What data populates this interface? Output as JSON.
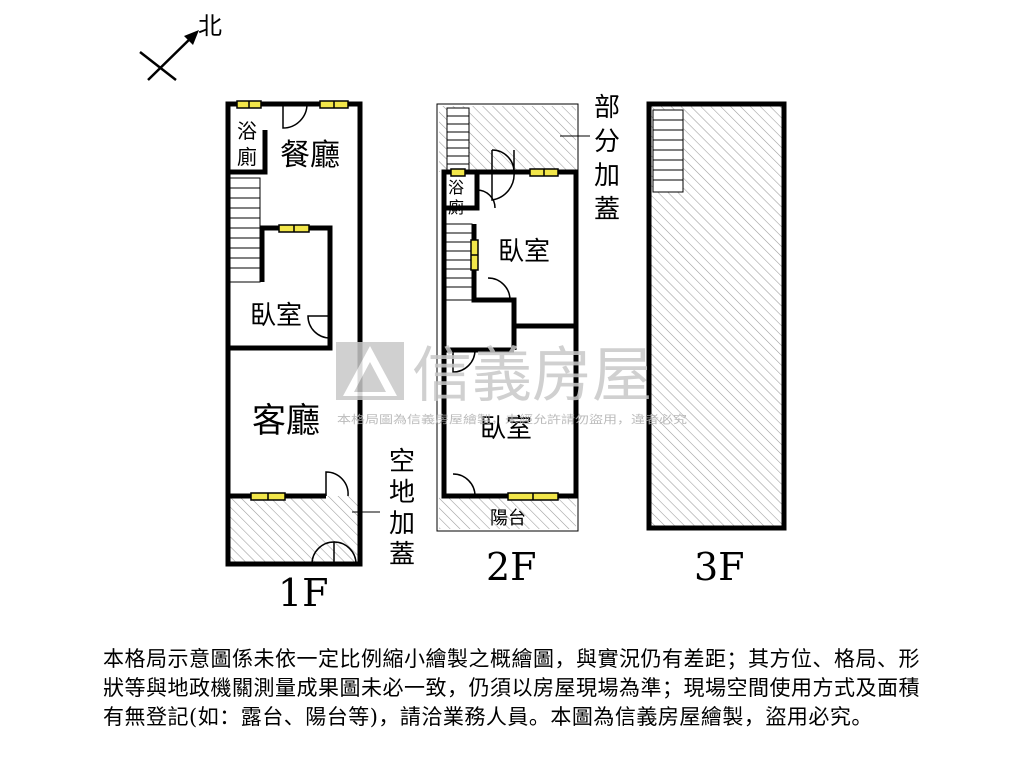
{
  "compass": {
    "label": "北"
  },
  "floors": {
    "f1": {
      "label": "1F",
      "rooms": {
        "bath_top": "浴",
        "bath_bottom": "廁",
        "dining": "餐廳",
        "bedroom": "臥室",
        "living": "客廳"
      },
      "annex": [
        "空",
        "地",
        "加",
        "蓋"
      ]
    },
    "f2": {
      "label": "2F",
      "rooms": {
        "bath_top": "浴",
        "bath_bottom": "廁",
        "bedroom_upper": "臥室",
        "bedroom_lower": "臥室",
        "balcony": "陽台"
      },
      "annex": [
        "部",
        "分",
        "加",
        "蓋"
      ]
    },
    "f3": {
      "label": "3F"
    }
  },
  "watermark": {
    "brand": "信義房屋",
    "notice": "本格局圖為信義房屋繪製，未經允許請勿盜用，違者必究"
  },
  "disclaimer": "本格局示意圖係未依一定比例縮小繪製之概繪圖，與實況仍有差距；其方位、格局、形狀等與地政機關測量成果圖未必一致，仍須以房屋現場為準；現場空間使用方式及面積有無登記(如：露台、陽台等)，請洽業務人員。本圖為信義房屋繪製，盜用必究。",
  "colors": {
    "window": "#f2e64a",
    "hatch": "#9a9a9a",
    "wall": "#000000",
    "watermark": "#c8c8c8"
  }
}
